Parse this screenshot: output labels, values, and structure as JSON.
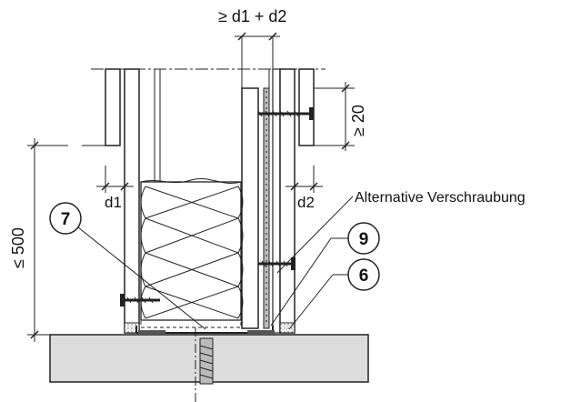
{
  "dims": {
    "top": "≥ d1 + d2",
    "right": "≥ 20",
    "left_height": "≤ 500",
    "d1": "d1",
    "d2": "d2"
  },
  "labels": {
    "alt_screw": "Alternative Verschraubung"
  },
  "callouts": [
    "7",
    "9",
    "6"
  ]
}
